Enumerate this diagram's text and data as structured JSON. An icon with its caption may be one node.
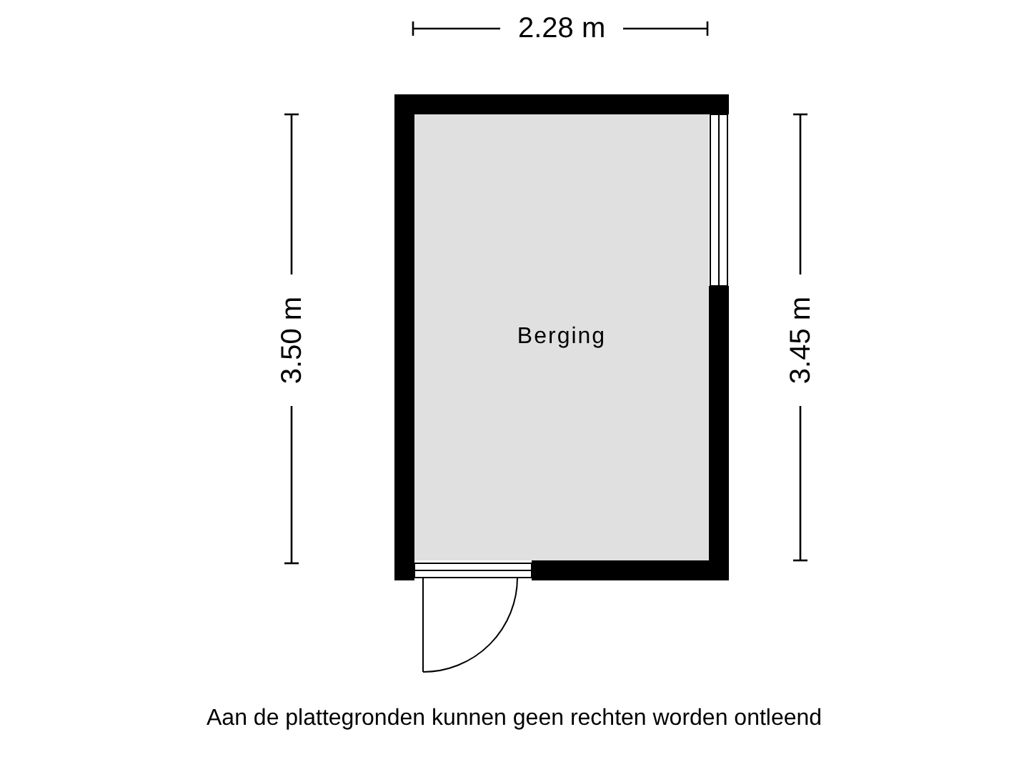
{
  "diagram": {
    "nodes": [
      {
        "text": [
          "Berging"
        ]
      }
    ],
    "labels": [
      "2.28 m",
      "3.50 m",
      "3.45 m",
      "Aan de plattegronden kunnen geen rechten worden ontleend"
    ]
  }
}
